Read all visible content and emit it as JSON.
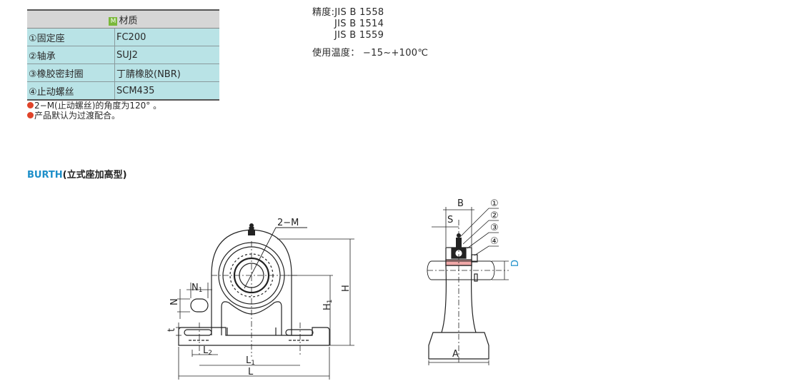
{
  "material_table": {
    "badge": "M",
    "header": "材质",
    "rows": [
      {
        "part": "①固定座",
        "material": "FC200"
      },
      {
        "part": "②轴承",
        "material": "SUJ2"
      },
      {
        "part": "③橡胶密封圈",
        "material": "丁腈橡胶(NBR)"
      },
      {
        "part": "④止动螺丝",
        "material": "SCM435"
      }
    ]
  },
  "notes": [
    "2−M(止动螺丝)的角度为120°  。",
    "产品默认为过渡配合。"
  ],
  "spec": {
    "precision_label": "精度:JIS  B  1558",
    "precision_2": "JIS  B  1514",
    "precision_3": "JIS  B  1559",
    "temperature": "使用温度：  −15~+100℃"
  },
  "section": {
    "code": "BURTH",
    "desc": "(立式座加高型)"
  },
  "front_view": {
    "label_2m": "2−M",
    "label_n1": "N",
    "label_n1_sub": "1",
    "label_n": "N",
    "label_t": "t",
    "label_l2": "L",
    "label_l2_sub": "2",
    "label_l1": "L",
    "label_l1_sub": "1",
    "label_l": "L",
    "label_h": "H",
    "label_h1": "H",
    "label_h1_sub": "1"
  },
  "side_view": {
    "label_b": "B",
    "label_s": "S",
    "label_a": "A",
    "label_d": "D",
    "callouts": [
      "①",
      "②",
      "③",
      "④"
    ]
  },
  "colors": {
    "table_header": "#d6d6d6",
    "table_cell": "#b9e3e6",
    "badge": "#7ab83a",
    "note_icon": "#e0442a",
    "accent_blue": "#1d8fc9"
  }
}
